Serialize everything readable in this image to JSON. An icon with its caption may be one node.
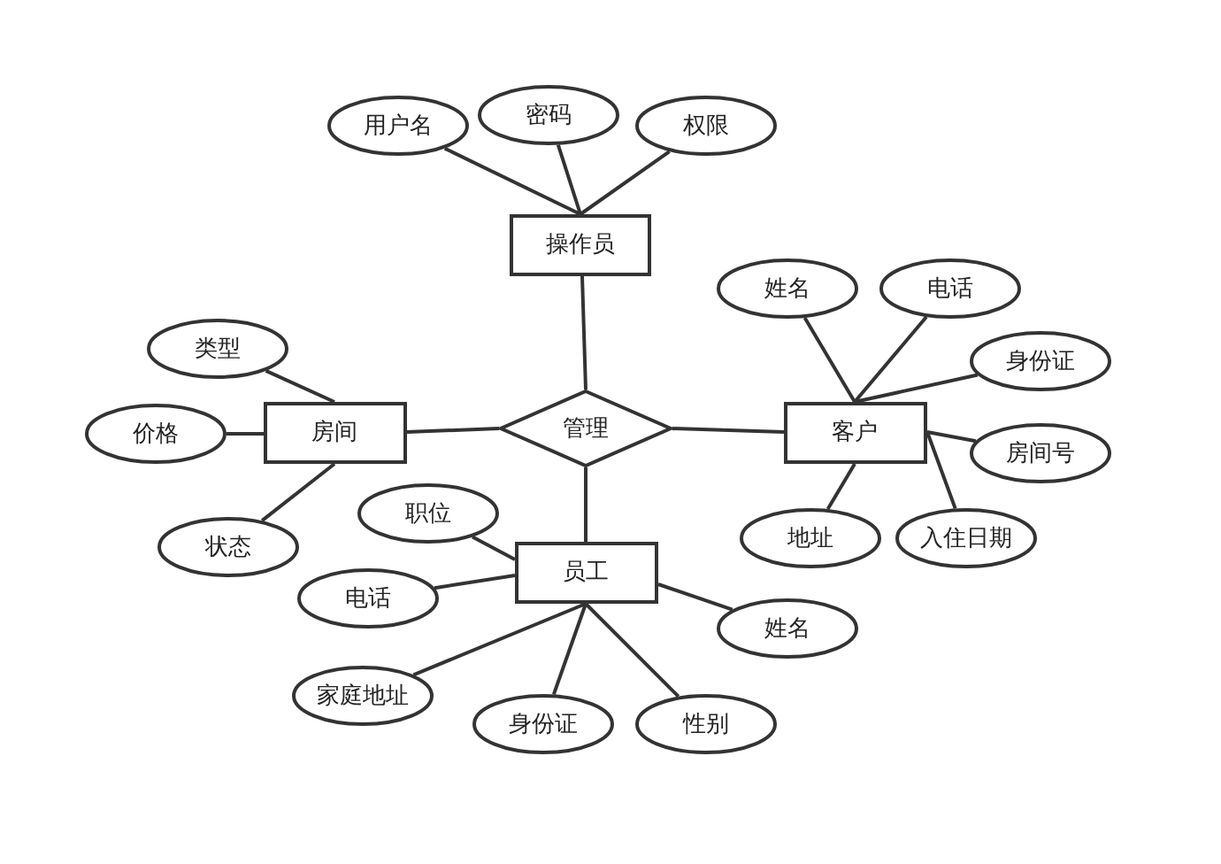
{
  "diagram": {
    "nodes": [
      {
        "text": [
          "操作员"
        ]
      },
      {
        "text": [
          "用户名"
        ]
      },
      {
        "text": [
          "密码"
        ]
      },
      {
        "text": [
          "权限"
        ]
      },
      {
        "text": [
          "管理"
        ]
      },
      {
        "text": [
          "房间"
        ]
      },
      {
        "text": [
          "类型"
        ]
      },
      {
        "text": [
          "价格"
        ]
      },
      {
        "text": [
          "状态"
        ]
      },
      {
        "text": [
          "客户"
        ]
      },
      {
        "text": [
          "姓名"
        ]
      },
      {
        "text": [
          "电话"
        ]
      },
      {
        "text": [
          "身份证"
        ]
      },
      {
        "text": [
          "房间号"
        ]
      },
      {
        "text": [
          "地址"
        ]
      },
      {
        "text": [
          "入住日期"
        ]
      },
      {
        "text": [
          "员工"
        ]
      },
      {
        "text": [
          "职位"
        ]
      },
      {
        "text": [
          "电话"
        ]
      },
      {
        "text": [
          "家庭地址"
        ]
      },
      {
        "text": [
          "身份证"
        ]
      },
      {
        "text": [
          "性别"
        ]
      },
      {
        "text": [
          "姓名"
        ]
      }
    ],
    "edges": [
      {
        "from": 1,
        "to": 0,
        "arrow": "none"
      },
      {
        "from": 2,
        "to": 0,
        "arrow": "none"
      },
      {
        "from": 3,
        "to": 0,
        "arrow": "none"
      },
      {
        "from": 0,
        "to": 4,
        "arrow": "none"
      },
      {
        "from": 6,
        "to": 5,
        "arrow": "none"
      },
      {
        "from": 7,
        "to": 5,
        "arrow": "none"
      },
      {
        "from": 8,
        "to": 5,
        "arrow": "none"
      },
      {
        "from": 5,
        "to": 4,
        "arrow": "none"
      },
      {
        "from": 4,
        "to": 9,
        "arrow": "none"
      },
      {
        "from": 10,
        "to": 9,
        "arrow": "none"
      },
      {
        "from": 11,
        "to": 9,
        "arrow": "none"
      },
      {
        "from": 12,
        "to": 9,
        "arrow": "none"
      },
      {
        "from": 13,
        "to": 9,
        "arrow": "none"
      },
      {
        "from": 14,
        "to": 9,
        "arrow": "none"
      },
      {
        "from": 15,
        "to": 9,
        "arrow": "none"
      },
      {
        "from": 4,
        "to": 16,
        "arrow": "none"
      },
      {
        "from": 17,
        "to": 16,
        "arrow": "none"
      },
      {
        "from": 18,
        "to": 16,
        "arrow": "none"
      },
      {
        "from": 19,
        "to": 16,
        "arrow": "none"
      },
      {
        "from": 20,
        "to": 16,
        "arrow": "none"
      },
      {
        "from": 21,
        "to": 16,
        "arrow": "none"
      },
      {
        "from": 22,
        "to": 16,
        "arrow": "none"
      }
    ]
  }
}
